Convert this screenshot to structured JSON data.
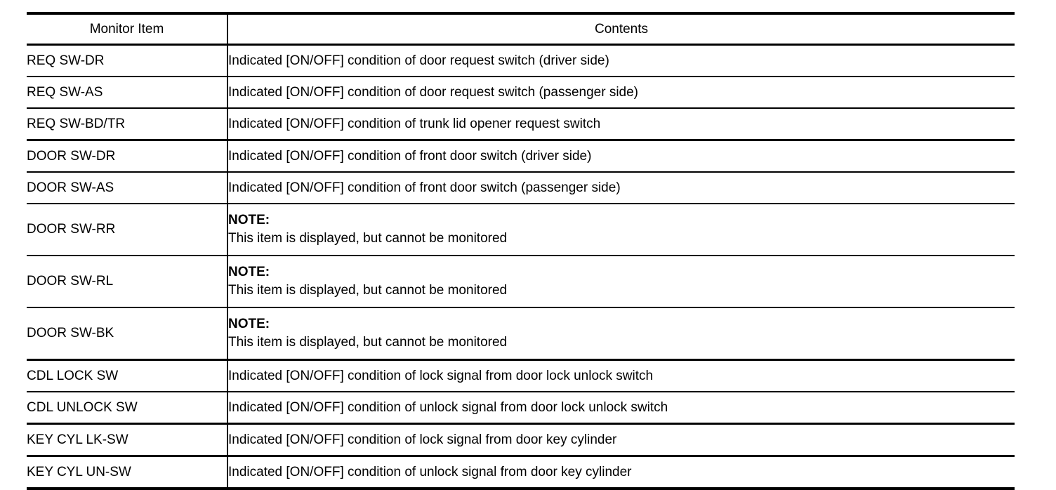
{
  "table": {
    "headers": {
      "item": "Monitor Item",
      "contents": "Contents"
    },
    "rows": [
      {
        "item": "REQ SW-DR",
        "contents": "Indicated [ON/OFF] condition of door request switch (driver side)",
        "note": false
      },
      {
        "item": "REQ SW-AS",
        "contents": "Indicated [ON/OFF] condition of door request switch (passenger side)",
        "note": false
      },
      {
        "item": "REQ SW-BD/TR",
        "contents": "Indicated [ON/OFF] condition of trunk lid opener request switch",
        "note": false
      },
      {
        "item": "DOOR SW-DR",
        "contents": "Indicated [ON/OFF] condition of front door switch (driver side)",
        "note": false
      },
      {
        "item": "DOOR SW-AS",
        "contents": "Indicated [ON/OFF] condition of front door switch (passenger side)",
        "note": false
      },
      {
        "item": "DOOR SW-RR",
        "note": true,
        "note_title": "NOTE:",
        "note_body": "This item is displayed, but cannot be monitored"
      },
      {
        "item": "DOOR SW-RL",
        "note": true,
        "note_title": "NOTE:",
        "note_body": "This item is displayed, but cannot be monitored"
      },
      {
        "item": "DOOR SW-BK",
        "note": true,
        "note_title": "NOTE:",
        "note_body": "This item is displayed, but cannot be monitored"
      },
      {
        "item": "CDL LOCK SW",
        "contents": "Indicated [ON/OFF] condition of lock signal from door lock unlock switch",
        "note": false
      },
      {
        "item": "CDL UNLOCK SW",
        "contents": "Indicated [ON/OFF] condition of unlock signal from door lock unlock switch",
        "note": false
      },
      {
        "item": "KEY CYL LK-SW",
        "contents": "Indicated [ON/OFF] condition of lock signal from door key cylinder",
        "note": false
      },
      {
        "item": "KEY CYL UN-SW",
        "contents": "Indicated [ON/OFF] condition of unlock signal from door key cylinder",
        "note": false
      }
    ]
  },
  "colors": {
    "text": "#000000",
    "rule": "#000000",
    "background": "#ffffff"
  }
}
